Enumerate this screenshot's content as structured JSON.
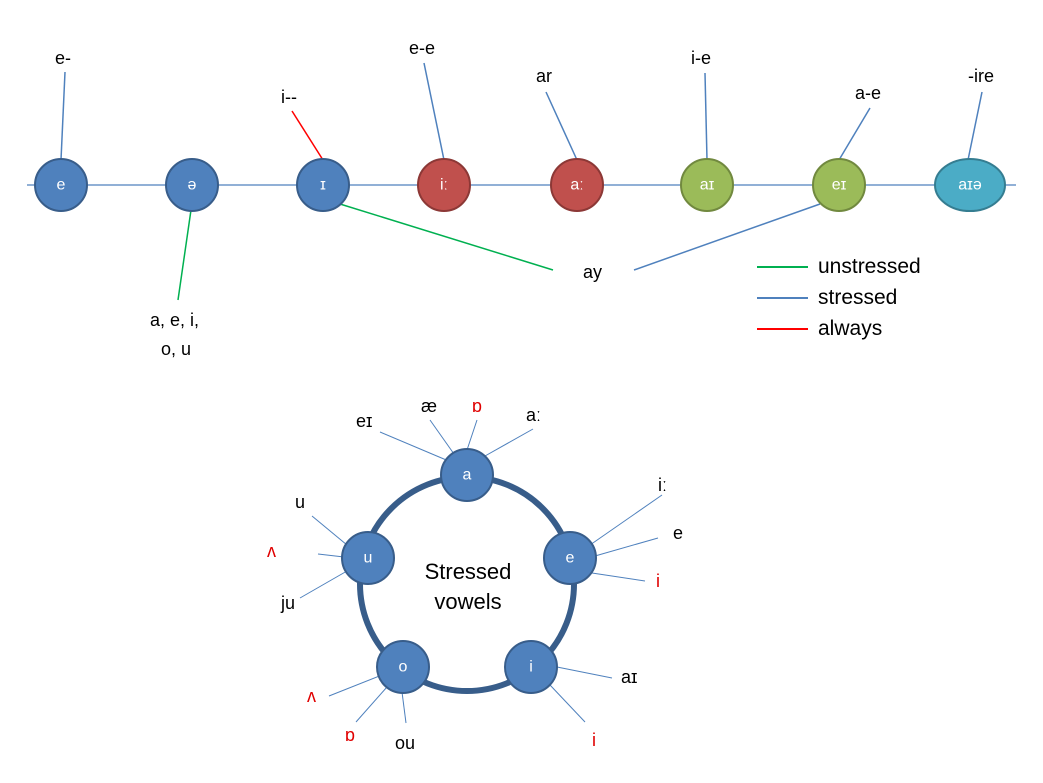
{
  "colors": {
    "blue": "#4f81bd",
    "blue_border": "#385d8a",
    "red": "#c0504d",
    "red_border": "#8c3836",
    "green": "#9bbb59",
    "green_border": "#71893f",
    "cyan": "#4bacc6",
    "cyan_border": "#357d91",
    "line_stressed": "#4f81bd",
    "line_unstressed": "#00b050",
    "line_always": "#ff0000",
    "label_red": "#e00000"
  },
  "top": {
    "nodes": [
      {
        "symbol": "e",
        "color": "blue"
      },
      {
        "symbol": "ə",
        "color": "blue"
      },
      {
        "symbol": "ɪ",
        "color": "blue"
      },
      {
        "symbol": "iː",
        "color": "red"
      },
      {
        "symbol": "aː",
        "color": "red"
      },
      {
        "symbol": "aɪ",
        "color": "green"
      },
      {
        "symbol": "eɪ",
        "color": "green"
      },
      {
        "symbol": "aɪə",
        "color": "cyan"
      }
    ],
    "labels": {
      "e_dash": "e-",
      "i_dashes": "i--",
      "e_e": "e-e",
      "ar": "ar",
      "i_e": "i-e",
      "a_e": "a-e",
      "ire": "-ire",
      "vowels_line1": "a, e, i,",
      "vowels_line2": "o, u",
      "ay": "ay"
    }
  },
  "legend": [
    {
      "label": "unstressed",
      "color": "line_unstressed"
    },
    {
      "label": "stressed",
      "color": "line_stressed"
    },
    {
      "label": "always",
      "color": "line_always"
    }
  ],
  "circle": {
    "center_line1": "Stressed",
    "center_line2": "vowels",
    "nodes": [
      {
        "symbol": "a",
        "sounds": [
          {
            "text": "eɪ",
            "red": false
          },
          {
            "text": "æ",
            "red": false
          },
          {
            "text": "ɒ",
            "red": true
          },
          {
            "text": "aː",
            "red": false
          }
        ]
      },
      {
        "symbol": "e",
        "sounds": [
          {
            "text": "iː",
            "red": false
          },
          {
            "text": "e",
            "red": false
          },
          {
            "text": "i",
            "red": true
          }
        ]
      },
      {
        "symbol": "i",
        "sounds": [
          {
            "text": "aɪ",
            "red": false
          },
          {
            "text": "i",
            "red": true
          }
        ]
      },
      {
        "symbol": "o",
        "sounds": [
          {
            "text": "ʌ",
            "red": true
          },
          {
            "text": "ɒ",
            "red": true
          },
          {
            "text": "ou",
            "red": false
          }
        ]
      },
      {
        "symbol": "u",
        "sounds": [
          {
            "text": "u",
            "red": false
          },
          {
            "text": "ʌ",
            "red": true
          },
          {
            "text": "ju",
            "red": false
          }
        ]
      }
    ]
  }
}
